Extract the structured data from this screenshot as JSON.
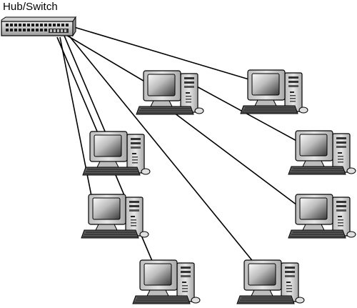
{
  "hub": {
    "label": "Hub/Switch",
    "icon": "hub-switch-icon"
  },
  "computers": [
    {
      "id": "pc-1",
      "icon": "desktop-computer-icon"
    },
    {
      "id": "pc-2",
      "icon": "desktop-computer-icon"
    },
    {
      "id": "pc-3",
      "icon": "desktop-computer-icon"
    },
    {
      "id": "pc-4",
      "icon": "desktop-computer-icon"
    },
    {
      "id": "pc-5",
      "icon": "desktop-computer-icon"
    },
    {
      "id": "pc-6",
      "icon": "desktop-computer-icon"
    },
    {
      "id": "pc-7",
      "icon": "desktop-computer-icon"
    },
    {
      "id": "pc-8",
      "icon": "desktop-computer-icon"
    }
  ],
  "topology": "star",
  "colors": {
    "line": "#000000",
    "casing": "#d6d6d6",
    "screen_light": "#f2f2f2",
    "screen_dark": "#4a4a4a",
    "keyboard": "#333333"
  }
}
